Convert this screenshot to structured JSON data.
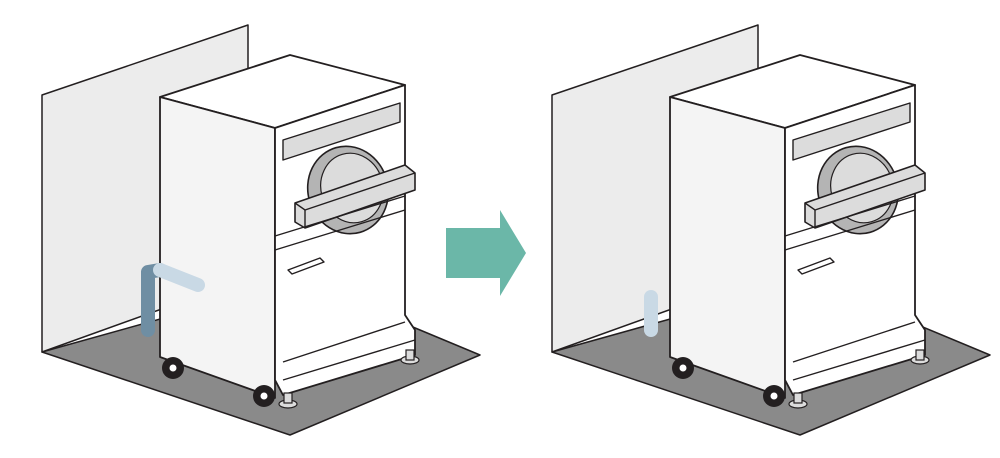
{
  "diagram": {
    "panels": [
      {
        "id": "before",
        "pipe_shape": "elbow"
      },
      {
        "id": "after",
        "pipe_shape": "straight"
      }
    ],
    "colors": {
      "floor": "#8a8a8a",
      "wall": "#ececec",
      "outline": "#231f20",
      "machine_front": "#ffffff",
      "machine_side": "#f4f4f4",
      "panel": "#dcdcdc",
      "door": "#b4b4b4",
      "arrow": "#6bb7a8",
      "pipe_dark": "#6f8ea3",
      "pipe_light": "#c9d9e5"
    },
    "icons": [
      "right-arrow-icon"
    ]
  }
}
